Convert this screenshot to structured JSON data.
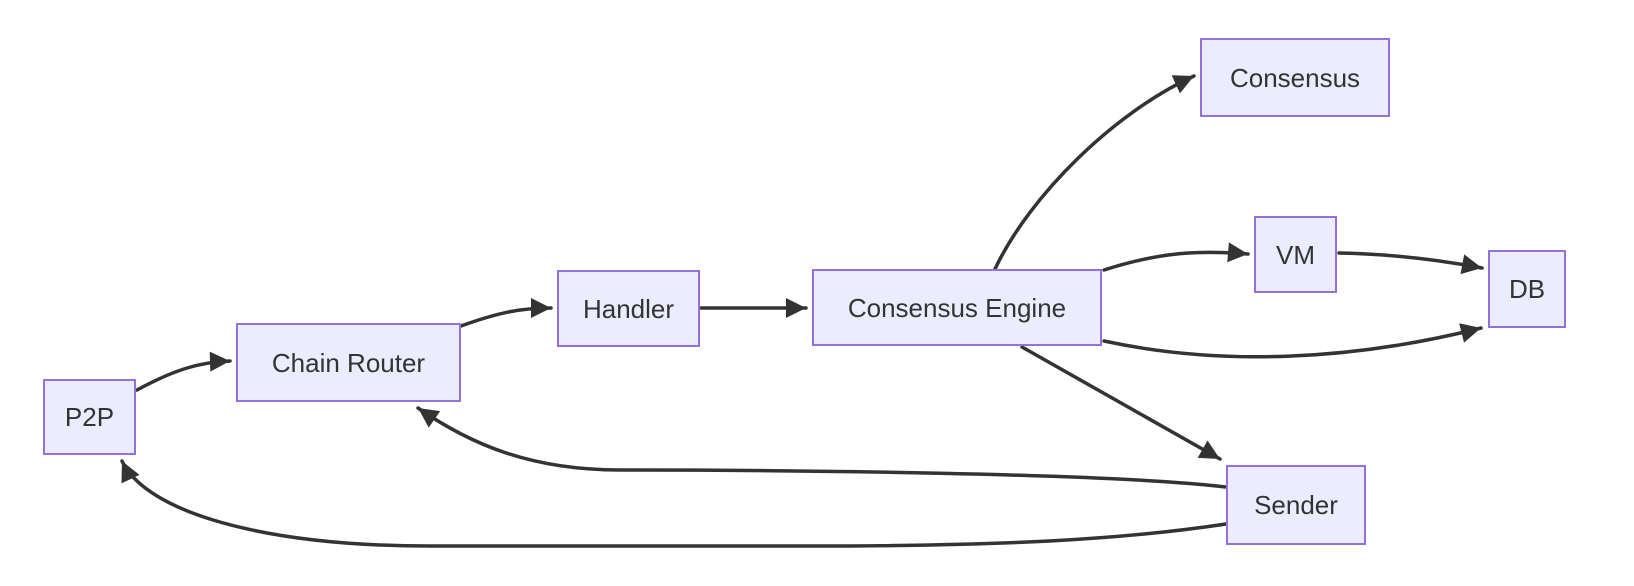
{
  "diagram": {
    "type": "flowchart",
    "direction": "left-to-right",
    "background_color": "#ffffff",
    "node_fill_color": "#ECECFF",
    "node_border_color": "#9370DB",
    "edge_color": "#333333",
    "text_color": "#333333",
    "nodes": {
      "p2p": {
        "label": "P2P"
      },
      "chain_router": {
        "label": "Chain Router"
      },
      "handler": {
        "label": "Handler"
      },
      "consensus_engine": {
        "label": "Consensus Engine"
      },
      "consensus": {
        "label": "Consensus"
      },
      "vm": {
        "label": "VM"
      },
      "db": {
        "label": "DB"
      },
      "sender": {
        "label": "Sender"
      }
    },
    "edges": [
      {
        "from": "P2P",
        "to": "Chain Router"
      },
      {
        "from": "Chain Router",
        "to": "Handler"
      },
      {
        "from": "Handler",
        "to": "Consensus Engine"
      },
      {
        "from": "Consensus Engine",
        "to": "Consensus"
      },
      {
        "from": "Consensus Engine",
        "to": "VM"
      },
      {
        "from": "VM",
        "to": "DB"
      },
      {
        "from": "Consensus Engine",
        "to": "DB"
      },
      {
        "from": "Consensus Engine",
        "to": "Sender"
      },
      {
        "from": "Sender",
        "to": "Chain Router"
      },
      {
        "from": "Sender",
        "to": "P2P"
      }
    ]
  }
}
